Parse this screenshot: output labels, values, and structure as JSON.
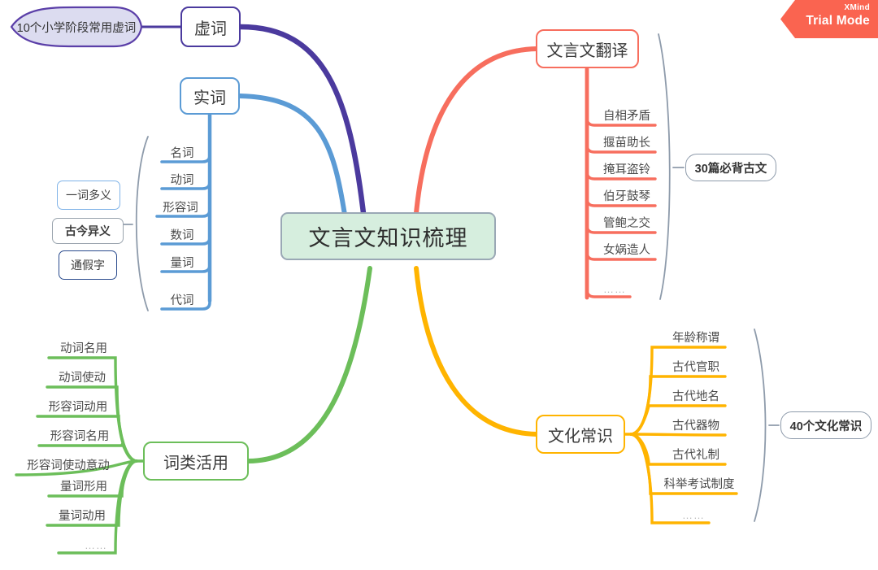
{
  "app": {
    "badge_small": "XMind",
    "badge_large": "Trial Mode"
  },
  "central": {
    "label": "文言文知识梳理",
    "fill": "#d6eede",
    "border": "#9aa8b5"
  },
  "branches": {
    "xuci": {
      "label": "虚词",
      "color": "#4b3a9e",
      "callout": {
        "label": "10个小学阶段常用虚词",
        "fill": "#dcdcf0",
        "border": "#5b3fa8"
      }
    },
    "shici": {
      "label": "实词",
      "color": "#5b9bd5",
      "items": [
        "名词",
        "动词",
        "形容词",
        "数词",
        "量词",
        "代词"
      ],
      "side_boxes": [
        {
          "label": "一词多义",
          "border": "#7fb3e8"
        },
        {
          "label": "古今异义",
          "border": "#9aa4ae"
        },
        {
          "label": "通假字",
          "border": "#2a4b8d"
        }
      ]
    },
    "fanyi": {
      "label": "文言文翻译",
      "color": "#f76e5e",
      "items": [
        "自相矛盾",
        "揠苗助长",
        "掩耳盗铃",
        "伯牙鼓琴",
        "管鲍之交",
        "女娲造人",
        "……"
      ],
      "summary": "30篇必背古文"
    },
    "wenhua": {
      "label": "文化常识",
      "color": "#ffb400",
      "items": [
        "年龄称谓",
        "古代官职",
        "古代地名",
        "古代器物",
        "古代礼制",
        "科举考试制度",
        "……"
      ],
      "summary": "40个文化常识"
    },
    "cilei": {
      "label": "词类活用",
      "color": "#6cbe5a",
      "items": [
        "动词名用",
        "动词使动",
        "形容词动用",
        "形容词名用",
        "形容词使动意动",
        "量词形用",
        "量词动用",
        "……"
      ]
    }
  }
}
